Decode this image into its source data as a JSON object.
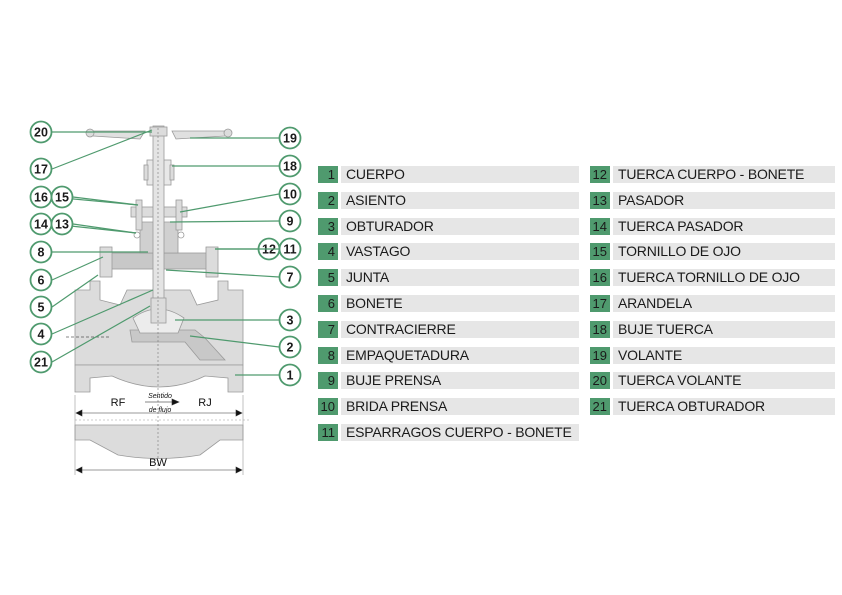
{
  "colors": {
    "accent": "#4f9a6e",
    "label_bg": "#e6e6e6",
    "body": "#dcdcdc"
  },
  "diagram": {
    "callouts": [
      "20",
      "17",
      "16",
      "15",
      "14",
      "13",
      "8",
      "6",
      "5",
      "4",
      "21",
      "19",
      "18",
      "10",
      "9",
      "12",
      "11",
      "7",
      "3",
      "2",
      "1"
    ],
    "rf": "RF",
    "rj": "RJ",
    "flow_line1": "Sentido",
    "flow_line2": "de flujo",
    "bw": "BW"
  },
  "parts": [
    {
      "n": "1",
      "name": "CUERPO"
    },
    {
      "n": "2",
      "name": "ASIENTO"
    },
    {
      "n": "3",
      "name": "OBTURADOR"
    },
    {
      "n": "4",
      "name": "VASTAGO"
    },
    {
      "n": "5",
      "name": "JUNTA"
    },
    {
      "n": "6",
      "name": "BONETE"
    },
    {
      "n": "7",
      "name": "CONTRACIERRE"
    },
    {
      "n": "8",
      "name": "EMPAQUETADURA"
    },
    {
      "n": "9",
      "name": "BUJE PRENSA"
    },
    {
      "n": "10",
      "name": "BRIDA PRENSA"
    },
    {
      "n": "11",
      "name": "ESPARRAGOS CUERPO - BONETE"
    },
    {
      "n": "12",
      "name": "TUERCA CUERPO - BONETE"
    },
    {
      "n": "13",
      "name": "PASADOR"
    },
    {
      "n": "14",
      "name": "TUERCA PASADOR"
    },
    {
      "n": "15",
      "name": "TORNILLO DE OJO"
    },
    {
      "n": "16",
      "name": "TUERCA TORNILLO DE OJO"
    },
    {
      "n": "17",
      "name": "ARANDELA"
    },
    {
      "n": "18",
      "name": "BUJE TUERCA"
    },
    {
      "n": "19",
      "name": "VOLANTE"
    },
    {
      "n": "20",
      "name": "TUERCA VOLANTE"
    },
    {
      "n": "21",
      "name": "TUERCA OBTURADOR"
    }
  ]
}
